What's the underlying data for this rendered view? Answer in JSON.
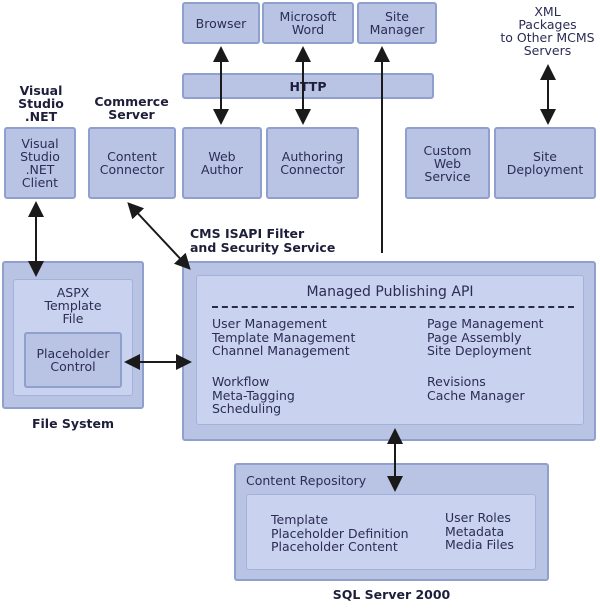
{
  "top": {
    "browser": [
      "Browser"
    ],
    "word": [
      "Microsoft",
      "Word"
    ],
    "site_manager": [
      "Site",
      "Manager"
    ],
    "xml": [
      "XML",
      "Packages",
      "to Other MCMS",
      "Servers"
    ]
  },
  "http": "HTTP",
  "outside_labels": {
    "visual_studio": [
      "Visual",
      "Studio",
      ".NET"
    ],
    "commerce": [
      "Commerce",
      "Server"
    ],
    "cms_filter": [
      "CMS ISAPI Filter",
      "and Security Service"
    ]
  },
  "mid": {
    "vs_client": [
      "Visual",
      "Studio",
      ".NET",
      "Client"
    ],
    "content_connector": [
      "Content",
      "Connector"
    ],
    "web_author": [
      "Web",
      "Author"
    ],
    "authoring_connector": [
      "Authoring",
      "Connector"
    ],
    "custom_web_service": [
      "Custom",
      "Web",
      "Service"
    ],
    "site_deployment": [
      "Site",
      "Deployment"
    ]
  },
  "file_system": {
    "template": [
      "ASPX",
      "Template",
      "File"
    ],
    "placeholder": [
      "Placeholder",
      "Control"
    ],
    "label": "File System"
  },
  "api": {
    "title": "Managed Publishing API",
    "left1": [
      "User Management",
      "Template Management",
      "Channel Management"
    ],
    "left2": [
      "Workflow",
      "Meta-Tagging",
      "Scheduling"
    ],
    "right1": [
      "Page Management",
      "Page Assembly",
      "Site Deployment"
    ],
    "right2": [
      "Revisions",
      "Cache Manager"
    ]
  },
  "repository": {
    "title": "Content Repository",
    "left": [
      "Template",
      "Placeholder Definition",
      "Placeholder Content"
    ],
    "right": [
      "User Roles",
      "Metadata",
      "Media Files"
    ],
    "label": "SQL Server 2000"
  },
  "colors": {
    "box": "#b9c4e4",
    "border": "#8fa0cf",
    "inner": "#c9d2ee",
    "arrow": "#1a1a1a"
  }
}
